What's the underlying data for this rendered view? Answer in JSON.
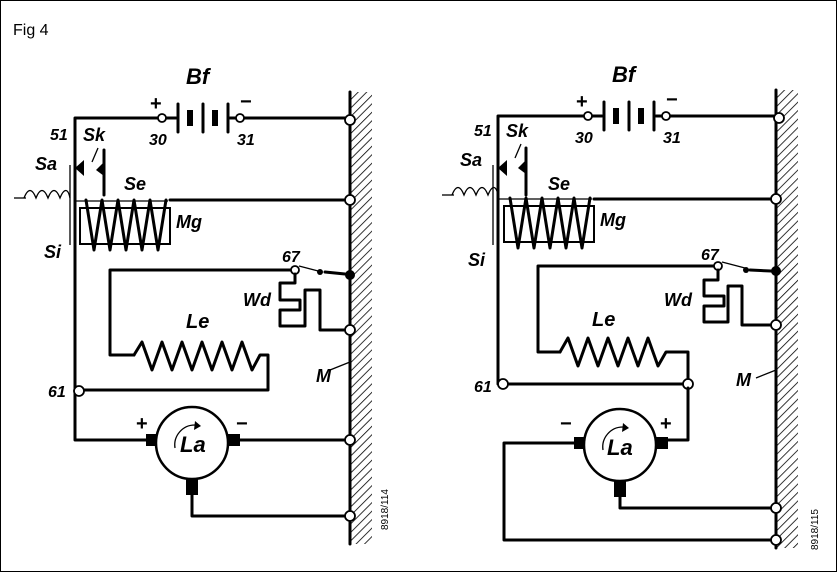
{
  "figure": {
    "title": "Fig 4"
  },
  "left": {
    "battery": "Bf",
    "battery_plus": "+",
    "battery_minus": "−",
    "t30": "30",
    "t31": "31",
    "t51": "51",
    "t61": "61",
    "t67": "67",
    "sk": "Sk",
    "sa": "Sa",
    "si": "Si",
    "se": "Se",
    "mg": "Mg",
    "wd": "Wd",
    "le": "Le",
    "m": "M",
    "lamp": "La",
    "lamp_left_sign": "+",
    "lamp_right_sign": "−",
    "stamp": "8918/114"
  },
  "right": {
    "battery": "Bf",
    "battery_plus": "+",
    "battery_minus": "−",
    "t30": "30",
    "t31": "31",
    "t51": "51",
    "t61": "61",
    "t67": "67",
    "sk": "Sk",
    "sa": "Sa",
    "si": "Si",
    "se": "Se",
    "mg": "Mg",
    "wd": "Wd",
    "le": "Le",
    "m": "M",
    "lamp": "La",
    "lamp_left_sign": "−",
    "lamp_right_sign": "+",
    "stamp": "8918/115"
  }
}
